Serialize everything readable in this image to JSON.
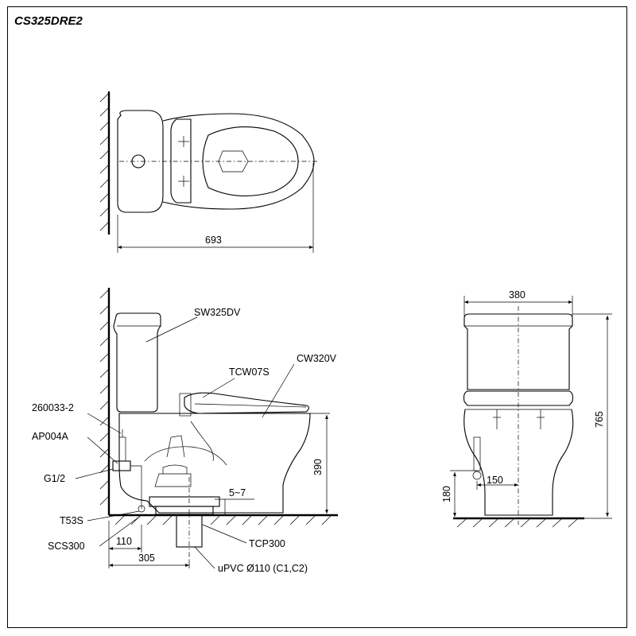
{
  "title": "CS325DRE2",
  "labels": {
    "tank": "SW325DV",
    "seat": "TCW07S",
    "bowl": "CW320V",
    "part_260033": "260033-2",
    "part_ap004a": "AP004A",
    "thread": "G1/2",
    "part_t53s": "T53S",
    "part_scs300": "SCS300",
    "flange": "TCP300",
    "pipe": "uPVC Ø110 (C1,C2)"
  },
  "dimensions": {
    "length": "693",
    "width": "380",
    "height": "765",
    "seat_height": "390",
    "gap": "5~7",
    "rough_in": "305",
    "inlet_offset": "110",
    "inlet_height": "180",
    "inlet_side": "150"
  }
}
